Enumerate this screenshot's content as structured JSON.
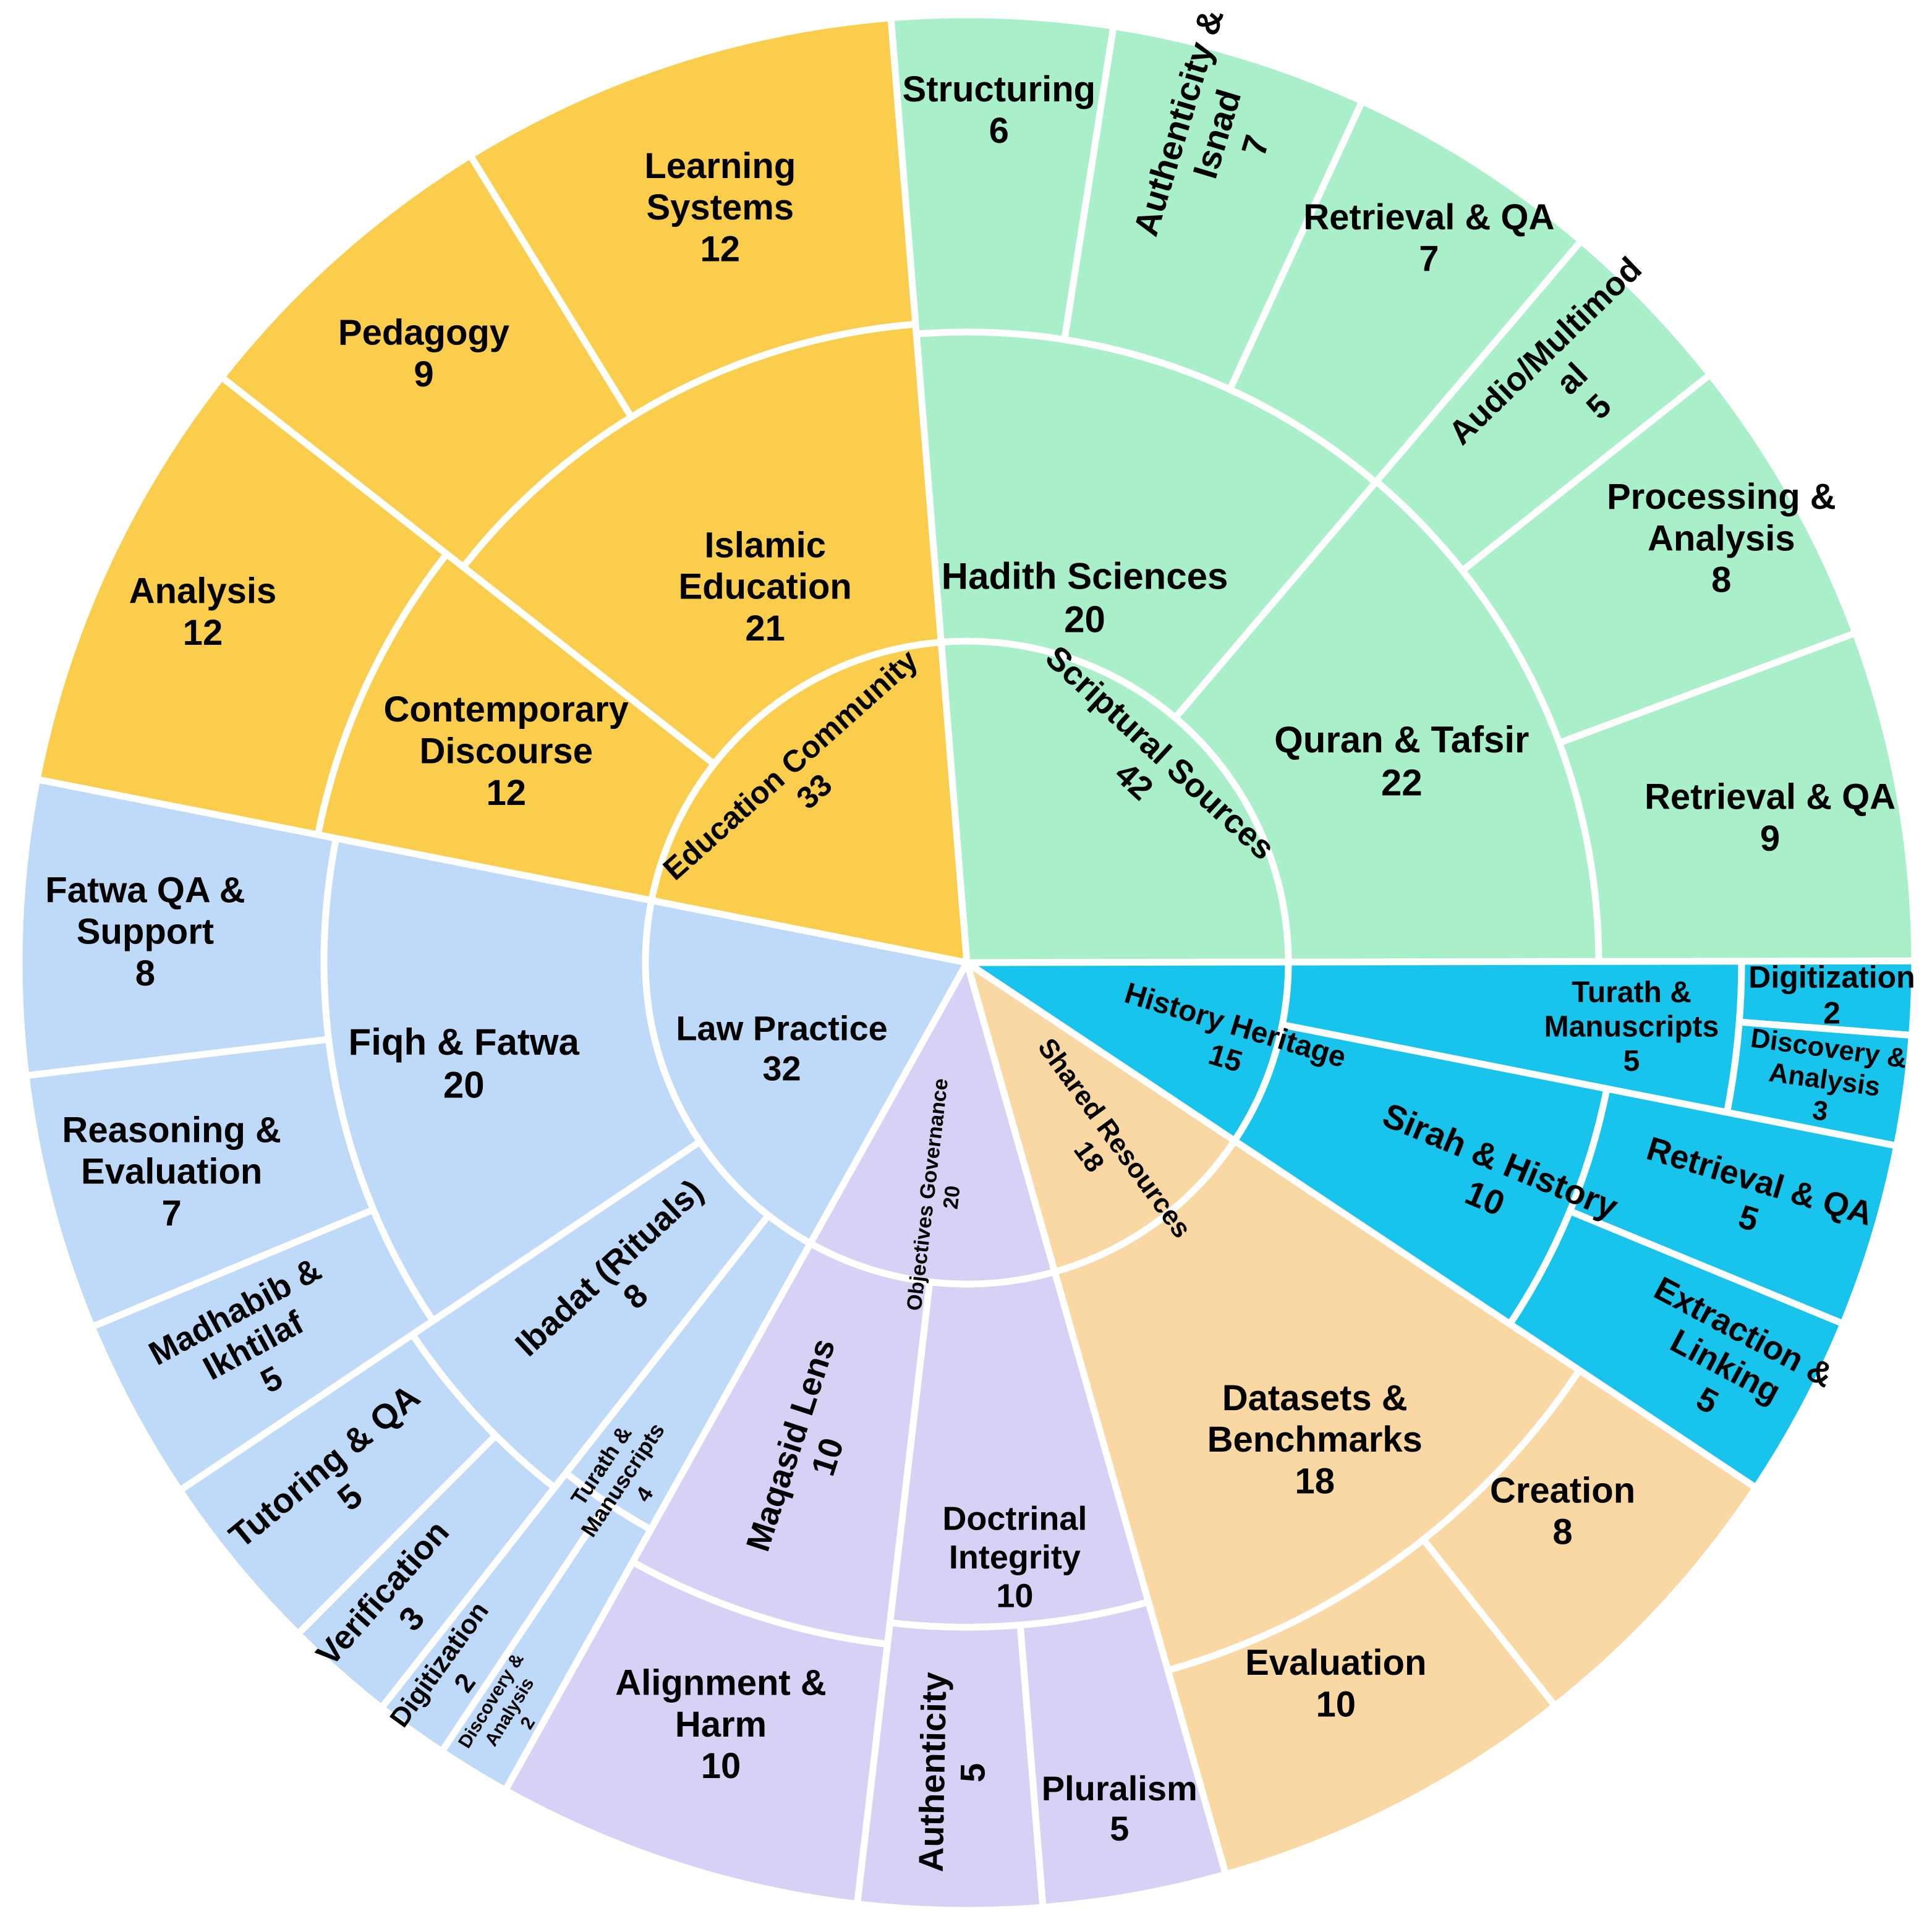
{
  "chart_data": {
    "type": "sunburst",
    "title": "",
    "total": 160,
    "direction": "clockwise",
    "rings": 3,
    "background": "#ffffff",
    "gap_color": "#ffffff",
    "nodes": [
      {
        "id": "scriptural",
        "label": "Scriptural Sources",
        "value": 42,
        "color": "#a9efc9",
        "children": [
          {
            "id": "hadith",
            "label": "Hadith Sciences",
            "value": 20,
            "children": [
              {
                "id": "structuring",
                "label": "Structuring",
                "value": 6
              },
              {
                "id": "auth-isnad",
                "label": "Authenticity & Isnad",
                "value": 7,
                "lines": [
                  "Authenticity &",
                  "Isnad",
                  "7"
                ]
              },
              {
                "id": "retrieval-hadith",
                "label": "Retrieval & QA",
                "value": 7
              }
            ]
          },
          {
            "id": "quran",
            "label": "Quran & Tafsir",
            "value": 22,
            "children": [
              {
                "id": "audio",
                "label": "Audio/Multimodal",
                "value": 5,
                "lines": [
                  "Audio/Multimod",
                  "al",
                  "5"
                ]
              },
              {
                "id": "processing",
                "label": "Processing & Analysis",
                "value": 8,
                "lines": [
                  "Processing &",
                  "Analysis",
                  "8"
                ]
              },
              {
                "id": "retrieval-quran",
                "label": "Retrieval & QA",
                "value": 9
              }
            ]
          }
        ]
      },
      {
        "id": "history",
        "label": "History Heritage",
        "value": 15,
        "color": "#18c3ec",
        "children": [
          {
            "id": "turath-h",
            "label": "Turath & Manuscripts",
            "value": 5,
            "lines": [
              "Turath &",
              "Manuscripts",
              "5"
            ],
            "children": [
              {
                "id": "digitization-h",
                "label": "Digitization",
                "value": 2
              },
              {
                "id": "discovery-h",
                "label": "Discovery & Analysis",
                "value": 3,
                "lines": [
                  "Discovery &",
                  "Analysis",
                  "3"
                ]
              }
            ]
          },
          {
            "id": "sirah",
            "label": "Sirah & History",
            "value": 10,
            "children": [
              {
                "id": "retrieval-sirah",
                "label": "Retrieval & QA",
                "value": 5
              },
              {
                "id": "extraction",
                "label": "Extraction & Linking",
                "value": 5,
                "lines": [
                  "Extraction &",
                  "Linking",
                  "5"
                ]
              }
            ]
          }
        ]
      },
      {
        "id": "shared",
        "label": "Shared Resources",
        "value": 18,
        "color": "#fad8a4",
        "children": [
          {
            "id": "datasets",
            "label": "Datasets & Benchmarks",
            "value": 18,
            "lines": [
              "Datasets &",
              "Benchmarks",
              "18"
            ],
            "children": [
              {
                "id": "creation",
                "label": "Creation",
                "value": 8
              },
              {
                "id": "evaluation",
                "label": "Evaluation",
                "value": 10
              }
            ]
          }
        ]
      },
      {
        "id": "objectives",
        "label": "Objectives Governance",
        "value": 20,
        "color": "#d7d1f6",
        "children": [
          {
            "id": "doctrinal",
            "label": "Doctrinal Integrity",
            "value": 10,
            "lines": [
              "Doctrinal",
              "Integrity",
              "10"
            ],
            "children": [
              {
                "id": "pluralism",
                "label": "Pluralism",
                "value": 5
              },
              {
                "id": "authenticity-o",
                "label": "Authenticity",
                "value": 5
              }
            ]
          },
          {
            "id": "maqasid",
            "label": "Maqasid Lens",
            "value": 10,
            "children": [
              {
                "id": "alignment",
                "label": "Alignment & Harm",
                "value": 10,
                "lines": [
                  "Alignment &",
                  "Harm",
                  "10"
                ]
              }
            ]
          }
        ]
      },
      {
        "id": "law",
        "label": "Law Practice",
        "value": 32,
        "color": "#bfdaf8",
        "children": [
          {
            "id": "turath-l",
            "label": "Turath & Manuscripts",
            "value": 4,
            "lines": [
              "Turath &",
              "Manuscripts",
              "4"
            ],
            "children": [
              {
                "id": "discovery-l",
                "label": "Discovery & Analysis",
                "value": 2,
                "lines": [
                  "Discovery &",
                  "Analysis",
                  "2"
                ]
              },
              {
                "id": "digitization-l",
                "label": "Digitization",
                "value": 2
              }
            ]
          },
          {
            "id": "ibadat",
            "label": "Ibadat (Rituals)",
            "value": 8,
            "children": [
              {
                "id": "verification",
                "label": "Verification",
                "value": 3
              },
              {
                "id": "tutoring",
                "label": "Tutoring & QA",
                "value": 5
              }
            ]
          },
          {
            "id": "fiqh",
            "label": "Fiqh & Fatwa",
            "value": 20,
            "children": [
              {
                "id": "madhabib",
                "label": "Madhabib & Ikhtilaf",
                "value": 5,
                "lines": [
                  "Madhabib &",
                  "Ikhtilaf",
                  "5"
                ]
              },
              {
                "id": "reasoning",
                "label": "Reasoning & Evaluation",
                "value": 7,
                "lines": [
                  "Reasoning &",
                  "Evaluation",
                  "7"
                ]
              },
              {
                "id": "fatwa-qa",
                "label": "Fatwa QA & Support",
                "value": 8,
                "lines": [
                  "Fatwa QA &",
                  "Support",
                  "8"
                ]
              }
            ]
          }
        ]
      },
      {
        "id": "education",
        "label": "Education Community",
        "value": 33,
        "color": "#facd4c",
        "children": [
          {
            "id": "contemporary",
            "label": "Contemporary Discourse",
            "value": 12,
            "lines": [
              "Contemporary",
              "Discourse",
              "12"
            ],
            "children": [
              {
                "id": "analysis",
                "label": "Analysis",
                "value": 12
              }
            ]
          },
          {
            "id": "islamic-ed",
            "label": "Islamic Education",
            "value": 21,
            "lines": [
              "Islamic",
              "Education",
              "21"
            ],
            "children": [
              {
                "id": "pedagogy",
                "label": "Pedagogy",
                "value": 9
              },
              {
                "id": "learning",
                "label": "Learning Systems",
                "value": 12,
                "lines": [
                  "Learning",
                  "Systems",
                  "12"
                ]
              }
            ]
          }
        ]
      }
    ]
  }
}
